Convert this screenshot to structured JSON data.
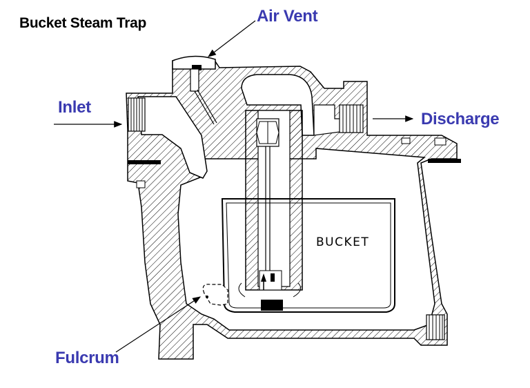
{
  "title": "Bucket Steam Trap",
  "labels": {
    "air_vent": "Air Vent",
    "inlet": "Inlet",
    "discharge": "Discharge",
    "fulcrum": "Fulcrum",
    "bucket": "BUCKET"
  },
  "colors": {
    "label": "#3a3ab0",
    "line": "#000000",
    "background": "#ffffff"
  }
}
